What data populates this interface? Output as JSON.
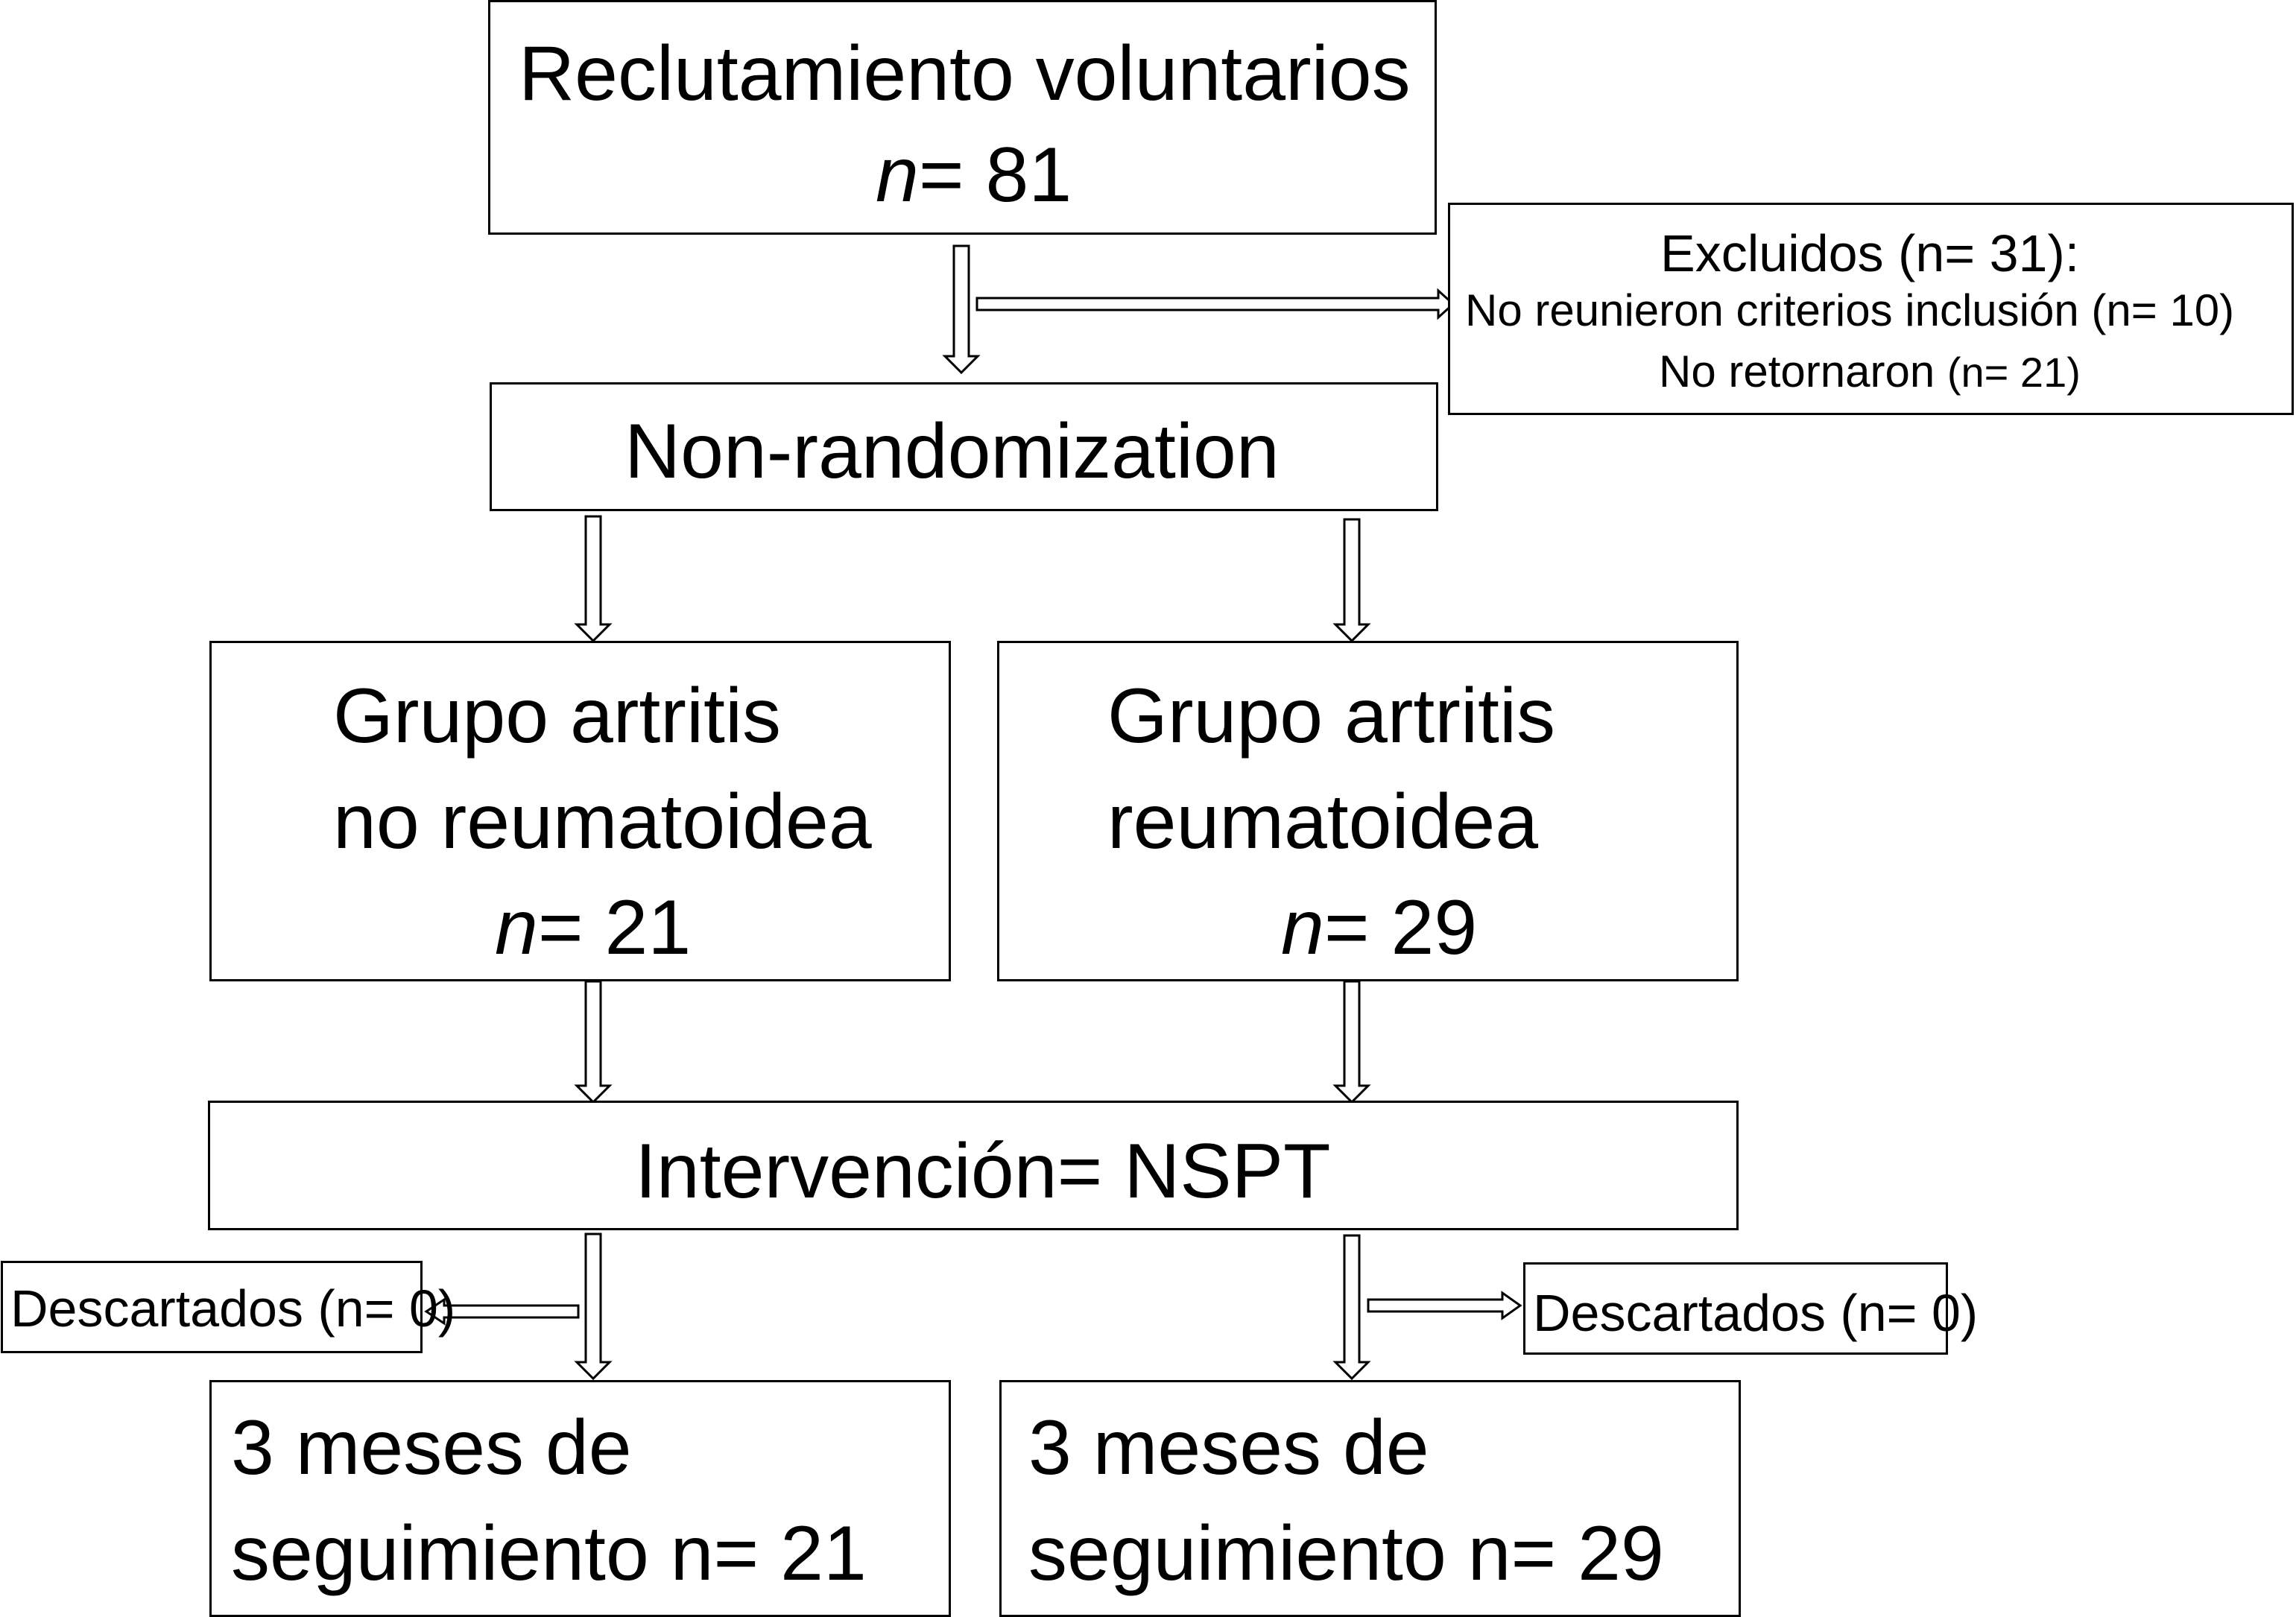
{
  "recruitment": {
    "title": "Reclutamiento voluntarios",
    "n_label": "n",
    "n_value": "= 81"
  },
  "excluded": {
    "title": "Excluidos (n= 31):",
    "reason_1": "No reunieron criterios inclusión  (n= 10)",
    "reason_2_text": "No retornaron ",
    "reason_2_count": "(n= 21)"
  },
  "allocation": {
    "label": "Non-randomization"
  },
  "group_non_ra": {
    "line_1": "Grupo artritis",
    "line_2": "no reumatoidea",
    "n_label": "n",
    "n_value": "= 21"
  },
  "group_ra": {
    "line_1": "Grupo artritis",
    "line_2": "reumatoidea",
    "n_label": "n",
    "n_value": "= 29"
  },
  "intervention": {
    "label": "Intervención= NSPT"
  },
  "discarded_left": {
    "label": "Descartados (n= 0)"
  },
  "discarded_right": {
    "label": "Descartados (n= 0)"
  },
  "followup_non_ra": {
    "line_1": "3 meses de",
    "line_2": "seguimiento n= 21"
  },
  "followup_ra": {
    "line_1": "3 meses de",
    "line_2": "seguimiento n= 29"
  }
}
